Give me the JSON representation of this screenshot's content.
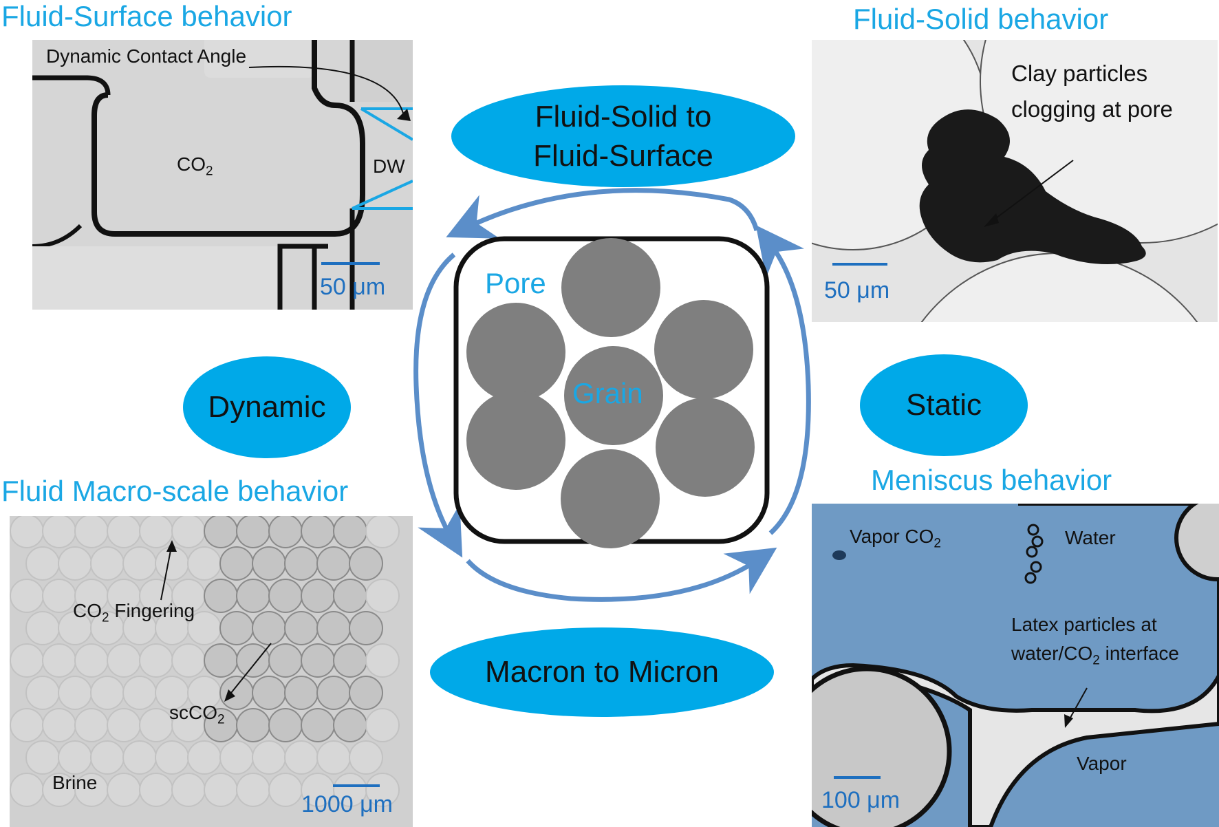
{
  "titles": {
    "top_left": "Fluid-Surface behavior",
    "top_right": "Fluid-Solid behavior",
    "bottom_left": "Fluid Macro-scale behavior",
    "bottom_right": "Meniscus behavior"
  },
  "ellipses": {
    "top": [
      "Fluid-Solid to",
      "Fluid-Surface"
    ],
    "left": "Dynamic",
    "right": "Static",
    "bottom": "Macron to Micron"
  },
  "center": {
    "pore_label": "Pore",
    "grain_label": "Grain"
  },
  "panel_tl": {
    "annotation": "Dynamic Contact Angle",
    "fluid_a": "CO",
    "fluid_a_sub": "2",
    "fluid_b": "DW",
    "scale": "50 μm"
  },
  "panel_tr": {
    "annotation_line1": "Clay particles",
    "annotation_line2": "clogging at pore",
    "scale": "50 μm"
  },
  "panel_bl": {
    "fingering_pre": "CO",
    "fingering_sub": "2",
    "fingering_post": " Fingering",
    "sc_pre": "scCO",
    "sc_sub": "2",
    "brine": "Brine",
    "scale": "1000 μm"
  },
  "panel_br": {
    "vapor_pre": "Vapor CO",
    "vapor_sub": "2",
    "water": "Water",
    "latex_line1": "Latex particles at",
    "latex_line2_pre": "water/CO",
    "latex_line2_sub": "2",
    "latex_line2_post": " interface",
    "vapor": "Vapor",
    "scale": "100 μm"
  },
  "colors": {
    "accent": "#00a9e8",
    "title": "#1aa7e4",
    "arrow": "#5b8ec9",
    "grain": "#7f7f7f",
    "scale": "#1e6fbf"
  }
}
